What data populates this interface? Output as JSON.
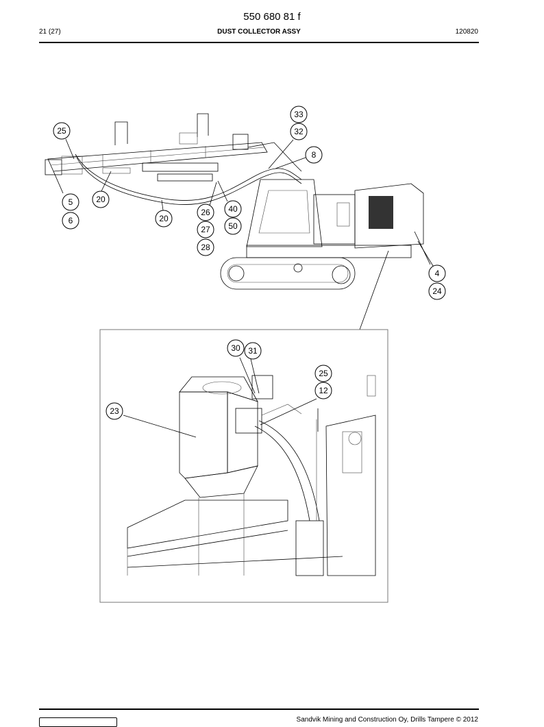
{
  "header": {
    "doc_number": "550 680 81 f",
    "page": "21 (27)",
    "title": "DUST COLLECTOR ASSY",
    "date_code": "120820"
  },
  "footer": {
    "copyright": "Sandvik Mining and Construction Oy, Drills Tampere © 2012"
  },
  "callouts": {
    "c33": "33",
    "c32": "32",
    "c25a": "25",
    "c8": "8",
    "c20a": "20",
    "c5": "5",
    "c6": "6",
    "c20b": "20",
    "c26": "26",
    "c40": "40",
    "c27": "27",
    "c50": "50",
    "c28": "28",
    "c4": "4",
    "c24": "24",
    "c30": "30",
    "c31": "31",
    "c25b": "25",
    "c12": "12",
    "c23": "23"
  }
}
